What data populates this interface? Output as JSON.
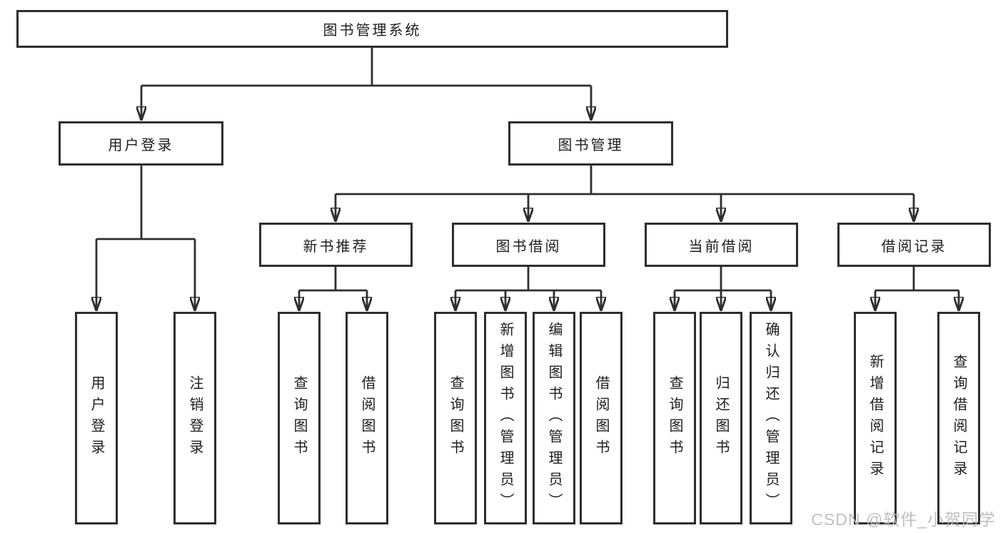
{
  "tree": {
    "root": {
      "label": "图书管理系统",
      "children": [
        {
          "label": "用户登录",
          "children": [
            {
              "label": "用户登录"
            },
            {
              "label": "注销登录"
            }
          ]
        },
        {
          "label": "图书管理",
          "children": [
            {
              "label": "新书推荐",
              "children": [
                {
                  "label": "查询图书"
                },
                {
                  "label": "借阅图书"
                }
              ]
            },
            {
              "label": "图书借阅",
              "children": [
                {
                  "label": "查询图书"
                },
                {
                  "label": "新增图书（管理员）"
                },
                {
                  "label": "编辑图书（管理员）"
                },
                {
                  "label": "借阅图书"
                }
              ]
            },
            {
              "label": "当前借阅",
              "children": [
                {
                  "label": "查询图书"
                },
                {
                  "label": "归还图书"
                },
                {
                  "label": "确认归还（管理员）"
                }
              ]
            },
            {
              "label": "借阅记录",
              "children": [
                {
                  "label": "新增借阅记录"
                },
                {
                  "label": "查询借阅记录"
                }
              ]
            }
          ]
        }
      ]
    }
  },
  "watermark": {
    "text": "CSDN @软件_小贺同学"
  },
  "colors": {
    "line": "#2e2e2e",
    "box_border": "#2e2e2e",
    "box_fill": "#ffffff",
    "text": "#1d1d1f",
    "background": "#ffffff",
    "watermark": "#bcbcbc"
  }
}
